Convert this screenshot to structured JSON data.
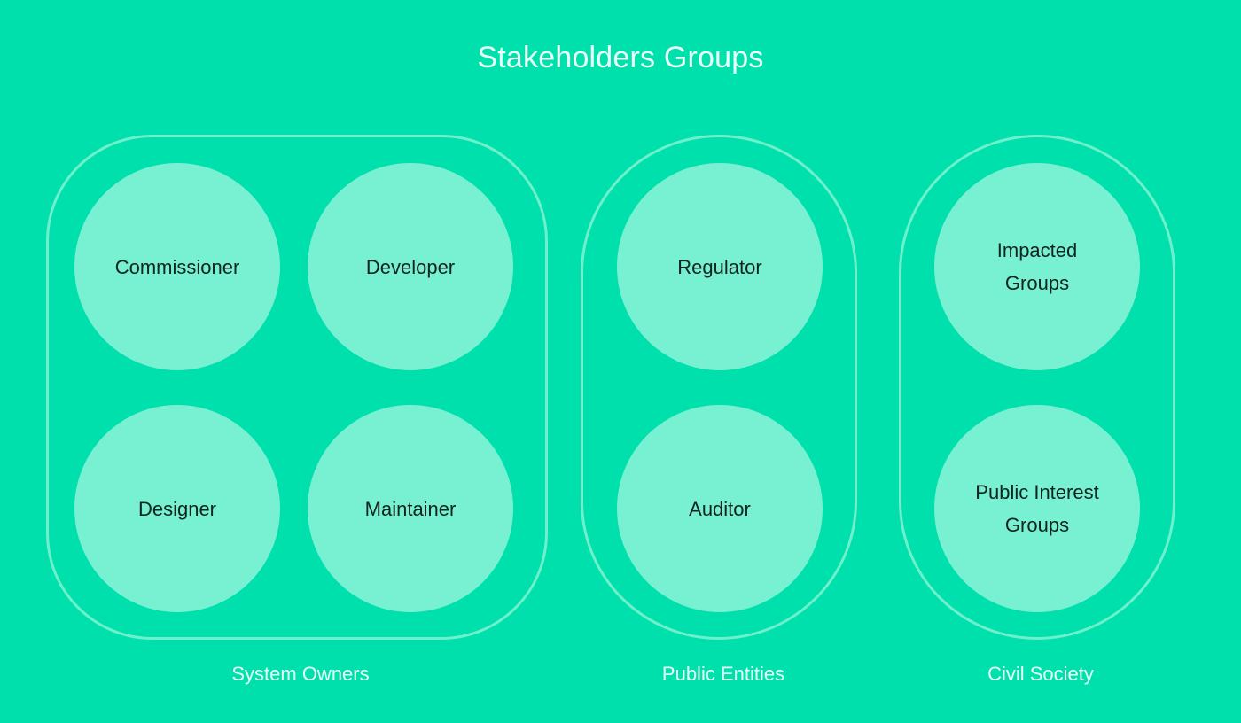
{
  "title": "Stakeholders Groups",
  "colors": {
    "background": "#00e0ad",
    "group_outline": "#6ef0cd",
    "circle_fill": "#78f0d2",
    "circle_text": "#11241f",
    "label_text": "#e9fff8"
  },
  "groups": [
    {
      "label": "System Owners",
      "members": [
        "Commissioner",
        "Developer",
        "Designer",
        "Maintainer"
      ]
    },
    {
      "label": "Public Entities",
      "members": [
        "Regulator",
        "Auditor"
      ]
    },
    {
      "label": "Civil Society",
      "members": [
        "Impacted\nGroups",
        "Public Interest\nGroups"
      ]
    }
  ]
}
